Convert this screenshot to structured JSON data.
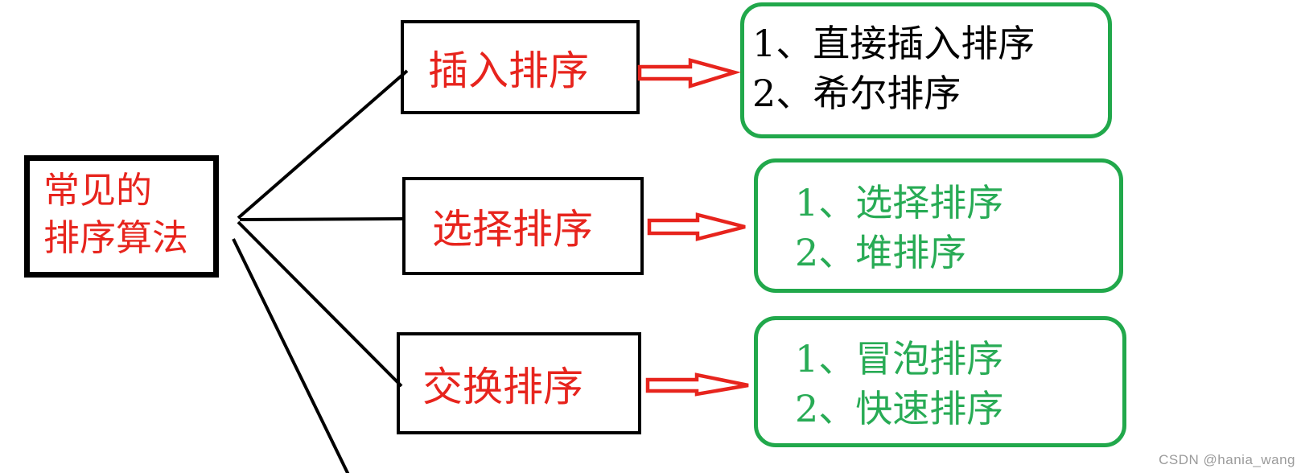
{
  "colors": {
    "red": "#e7241d",
    "black": "#000000",
    "green-border": "#21a84b",
    "green-text": "#28ab55",
    "watermark-gray": "#9b9b9b"
  },
  "root": {
    "line1": "常见的",
    "line2": "排序算法"
  },
  "branches": [
    {
      "label": "插入排序",
      "items": [
        "1、直接插入排序",
        "2、希尔排序"
      ]
    },
    {
      "label": "选择排序",
      "items": [
        "1、选择排序",
        "2、堆排序"
      ]
    },
    {
      "label": "交换排序",
      "items": [
        "1、冒泡排序",
        "2、快速排序"
      ]
    }
  ],
  "watermark": {
    "text": "CSDN @hania_wang"
  }
}
